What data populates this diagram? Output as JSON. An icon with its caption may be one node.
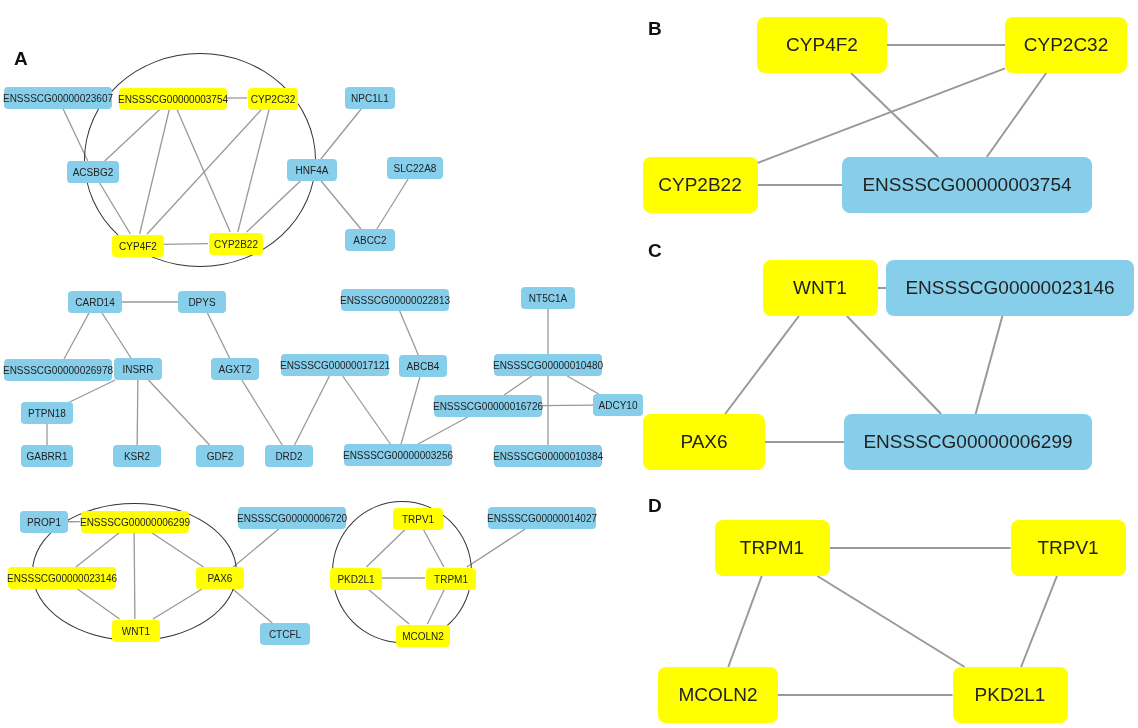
{
  "diagram": {
    "nodes": [
      {
        "text": [],
        "shape": "circle"
      },
      {
        "text": [
          "ENSSSCG00000023607"
        ]
      },
      {
        "text": [
          "ENSSSCG00000003754"
        ],
        "in": 0
      },
      {
        "text": [
          "CYP2C32"
        ],
        "in": 0
      },
      {
        "text": [
          "NPC1L1"
        ]
      },
      {
        "text": [
          "ACSBG2"
        ]
      },
      {
        "text": [
          "HNF4A"
        ]
      },
      {
        "text": [
          "SLC22A8"
        ]
      },
      {
        "text": [
          "CYP4F2"
        ],
        "in": 0
      },
      {
        "text": [
          "CYP2B22"
        ],
        "in": 0
      },
      {
        "text": [
          "ABCC2"
        ]
      },
      {
        "text": [
          "CARD14"
        ]
      },
      {
        "text": [
          "DPYS"
        ]
      },
      {
        "text": [
          "ENSSSCG00000022813"
        ]
      },
      {
        "text": [
          "NT5C1A"
        ]
      },
      {
        "text": [
          "ENSSSCG00000026978"
        ]
      },
      {
        "text": [
          "INSRR"
        ]
      },
      {
        "text": [
          "AGXT2"
        ]
      },
      {
        "text": [
          "ENSSSCG00000017121"
        ]
      },
      {
        "text": [
          "ABCB4"
        ]
      },
      {
        "text": [
          "ENSSSCG00000010480"
        ]
      },
      {
        "text": [
          "ENSSSCG00000016726"
        ]
      },
      {
        "text": [
          "ADCY10"
        ]
      },
      {
        "text": [
          "PTPN18"
        ]
      },
      {
        "text": [
          "GABRR1"
        ]
      },
      {
        "text": [
          "KSR2"
        ]
      },
      {
        "text": [
          "GDF2"
        ]
      },
      {
        "text": [
          "DRD2"
        ]
      },
      {
        "text": [
          "ENSSSCG00000003256"
        ]
      },
      {
        "text": [
          "ENSSSCG00000010384"
        ]
      },
      {
        "text": [],
        "shape": "circle"
      },
      {
        "text": [
          "PROP1"
        ]
      },
      {
        "text": [
          "ENSSSCG00000006299"
        ],
        "in": 30
      },
      {
        "text": [
          "ENSSSCG00000006720"
        ]
      },
      {
        "text": [],
        "shape": "circle"
      },
      {
        "text": [
          "TRPV1"
        ],
        "in": 34
      },
      {
        "text": [
          "ENSSSCG00000014027"
        ]
      },
      {
        "text": [
          "ENSSSCG00000023146"
        ]
      },
      {
        "text": [
          "PAX6"
        ]
      },
      {
        "text": [
          "PKD2L1"
        ],
        "in": 34
      },
      {
        "text": [
          "TRPM1"
        ],
        "in": 34
      },
      {
        "text": [
          "WNT1"
        ],
        "in": 30
      },
      {
        "text": [
          "CTCFL"
        ]
      },
      {
        "text": [
          "MCOLN2"
        ],
        "in": 34
      },
      {
        "text": [
          "CYP4F2"
        ]
      },
      {
        "text": [
          "CYP2C32"
        ]
      },
      {
        "text": [
          "CYP2B22"
        ]
      },
      {
        "text": [
          "ENSSSCG00000003754"
        ]
      },
      {
        "text": [
          "WNT1"
        ]
      },
      {
        "text": [
          "ENSSSCG00000023146"
        ]
      },
      {
        "text": [
          "PAX6"
        ]
      },
      {
        "text": [
          "ENSSSCG00000006299"
        ]
      },
      {
        "text": [
          "TRPM1"
        ]
      },
      {
        "text": [
          "TRPV1"
        ]
      },
      {
        "text": [
          "MCOLN2"
        ]
      },
      {
        "text": [
          "PKD2L1"
        ]
      }
    ],
    "edges": [
      {
        "from": 1,
        "to": 5,
        "arrow": "none"
      },
      {
        "from": 2,
        "to": 3,
        "arrow": "none"
      },
      {
        "from": 2,
        "to": 5,
        "arrow": "none"
      },
      {
        "from": 2,
        "to": 8,
        "arrow": "none"
      },
      {
        "from": 2,
        "to": 9,
        "arrow": "none"
      },
      {
        "from": 3,
        "to": 8,
        "arrow": "none"
      },
      {
        "from": 3,
        "to": 9,
        "arrow": "none"
      },
      {
        "from": 4,
        "to": 6,
        "arrow": "none"
      },
      {
        "from": 6,
        "to": 9,
        "arrow": "none"
      },
      {
        "from": 6,
        "to": 10,
        "arrow": "none"
      },
      {
        "from": 7,
        "to": 10,
        "arrow": "none"
      },
      {
        "from": 5,
        "to": 8,
        "arrow": "none"
      },
      {
        "from": 8,
        "to": 9,
        "arrow": "none"
      },
      {
        "from": 11,
        "to": 12,
        "arrow": "none"
      },
      {
        "from": 11,
        "to": 15,
        "arrow": "none"
      },
      {
        "from": 11,
        "to": 16,
        "arrow": "none"
      },
      {
        "from": 12,
        "to": 17,
        "arrow": "none"
      },
      {
        "from": 16,
        "to": 23,
        "arrow": "none"
      },
      {
        "from": 16,
        "to": 25,
        "arrow": "none"
      },
      {
        "from": 16,
        "to": 26,
        "arrow": "none"
      },
      {
        "from": 23,
        "to": 24,
        "arrow": "none"
      },
      {
        "from": 17,
        "to": 27,
        "arrow": "none"
      },
      {
        "from": 18,
        "to": 27,
        "arrow": "none"
      },
      {
        "from": 18,
        "to": 28,
        "arrow": "none"
      },
      {
        "from": 13,
        "to": 19,
        "arrow": "none"
      },
      {
        "from": 19,
        "to": 28,
        "arrow": "none"
      },
      {
        "from": 28,
        "to": 21,
        "arrow": "none"
      },
      {
        "from": 21,
        "to": 20,
        "arrow": "none"
      },
      {
        "from": 21,
        "to": 22,
        "arrow": "none"
      },
      {
        "from": 14,
        "to": 20,
        "arrow": "none"
      },
      {
        "from": 20,
        "to": 22,
        "arrow": "none"
      },
      {
        "from": 20,
        "to": 29,
        "arrow": "none"
      },
      {
        "from": 31,
        "to": 32,
        "arrow": "none"
      },
      {
        "from": 32,
        "to": 37,
        "arrow": "none"
      },
      {
        "from": 32,
        "to": 41,
        "arrow": "none"
      },
      {
        "from": 32,
        "to": 38,
        "arrow": "none"
      },
      {
        "from": 37,
        "to": 41,
        "arrow": "none"
      },
      {
        "from": 38,
        "to": 41,
        "arrow": "none"
      },
      {
        "from": 33,
        "to": 38,
        "arrow": "none"
      },
      {
        "from": 38,
        "to": 42,
        "arrow": "none"
      },
      {
        "from": 35,
        "to": 39,
        "arrow": "none"
      },
      {
        "from": 35,
        "to": 40,
        "arrow": "none"
      },
      {
        "from": 39,
        "to": 40,
        "arrow": "none"
      },
      {
        "from": 39,
        "to": 43,
        "arrow": "none"
      },
      {
        "from": 40,
        "to": 43,
        "arrow": "none"
      },
      {
        "from": 36,
        "to": 40,
        "arrow": "none"
      },
      {
        "from": 44,
        "to": 45,
        "arrow": "none"
      },
      {
        "from": 44,
        "to": 47,
        "arrow": "none"
      },
      {
        "from": 46,
        "to": 45,
        "arrow": "none"
      },
      {
        "from": 45,
        "to": 47,
        "arrow": "none"
      },
      {
        "from": 46,
        "to": 47,
        "arrow": "none"
      },
      {
        "from": 48,
        "to": 49,
        "arrow": "none"
      },
      {
        "from": 48,
        "to": 50,
        "arrow": "none"
      },
      {
        "from": 48,
        "to": 51,
        "arrow": "none"
      },
      {
        "from": 50,
        "to": 51,
        "arrow": "none"
      },
      {
        "from": 49,
        "to": 51,
        "arrow": "none"
      },
      {
        "from": 52,
        "to": 53,
        "arrow": "none"
      },
      {
        "from": 52,
        "to": 54,
        "arrow": "none"
      },
      {
        "from": 52,
        "to": 55,
        "arrow": "none"
      },
      {
        "from": 53,
        "to": 55,
        "arrow": "none"
      },
      {
        "from": 54,
        "to": 55,
        "arrow": "none"
      }
    ],
    "labels": [
      "A",
      "B",
      "C",
      "D"
    ]
  }
}
